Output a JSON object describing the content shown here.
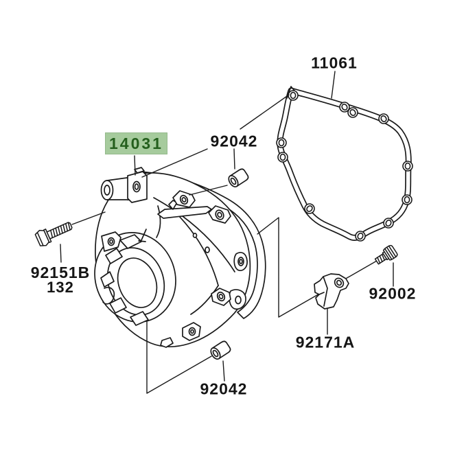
{
  "diagram": {
    "kind": "exploded-parts-diagram",
    "background_color": "#ffffff",
    "line_color": "#1a1a1a",
    "highlight_bg": "#a6cb9d",
    "highlight_text_color": "#245f1d",
    "labels": {
      "gasket": "11061",
      "pin_top": "92042",
      "cover": "14031",
      "bolt": "92151B",
      "bolt_line2": "132",
      "screw": "92002",
      "bracket": "92171A",
      "pin_bottom": "92042"
    }
  }
}
